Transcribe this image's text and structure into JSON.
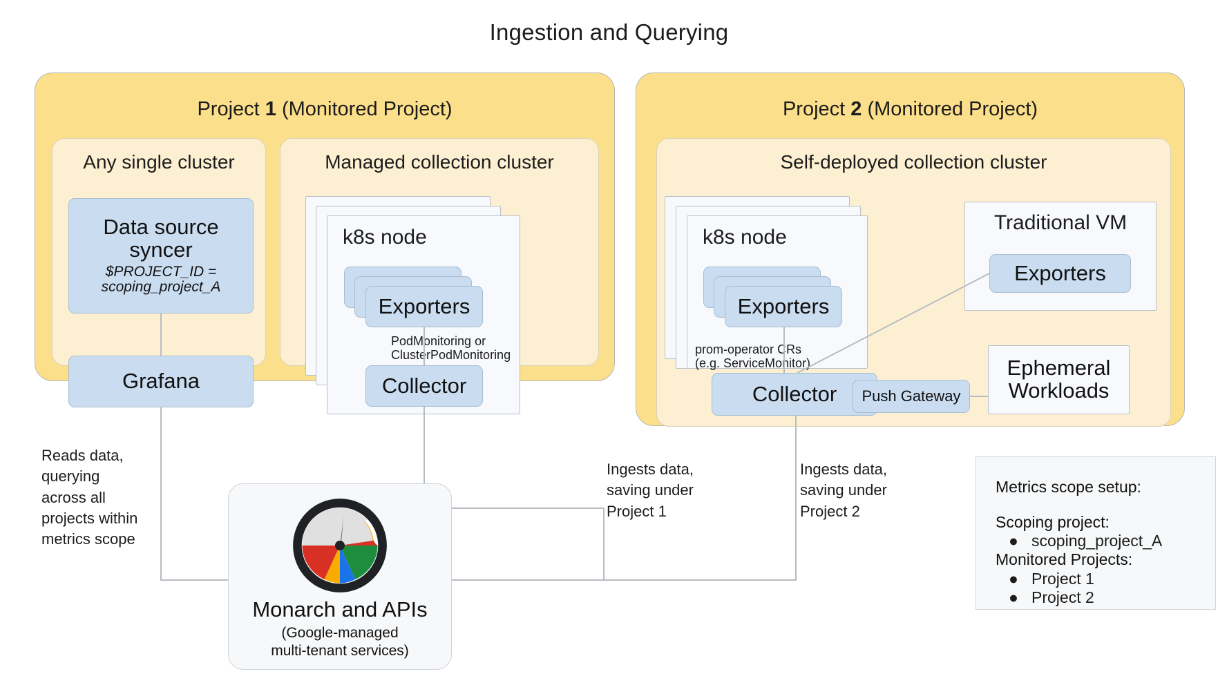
{
  "title": "Ingestion and Querying",
  "projects": [
    {
      "name": "project-1",
      "label_prefix": "Project ",
      "label_bold": "1",
      "label_suffix": " (Monitored Project)",
      "clusters": [
        {
          "name": "any-single-cluster",
          "title": "Any single cluster",
          "boxes": [
            {
              "title": "Data source",
              "title2": "syncer",
              "sub1": "$PROJECT_ID =",
              "sub2": "scoping_project_A"
            },
            {
              "title": "Grafana"
            }
          ]
        },
        {
          "name": "managed-collection-cluster",
          "title": "Managed collection cluster",
          "node_title": "k8s node",
          "exporters_label": "Exporters",
          "collector_label": "Collector",
          "edge_note_line1": "PodMonitoring or",
          "edge_note_line2": "ClusterPodMonitoring"
        }
      ]
    },
    {
      "name": "project-2",
      "label_prefix": "Project ",
      "label_bold": "2",
      "label_suffix": " (Monitored Project)",
      "clusters": [
        {
          "name": "self-deployed-collection-cluster",
          "title": "Self-deployed collection cluster",
          "node_title": "k8s node",
          "exporters_label": "Exporters",
          "collector_label": "Collector",
          "push_gateway_label": "Push Gateway",
          "edge_note_line1": "prom-operator CRs",
          "edge_note_line2": "(e.g. ServiceMonitor)",
          "vm_title": "Traditional VM",
          "vm_exporters_label": "Exporters",
          "ephemeral_line1": "Ephemeral",
          "ephemeral_line2": "Workloads"
        }
      ]
    }
  ],
  "captions": {
    "reads": "Reads data,\nquerying\nacross all\nprojects within\nmetrics scope",
    "ingest_p1": "Ingests data,\nsaving under\nProject 1",
    "ingest_p2": "Ingests data,\nsaving under\nProject 2"
  },
  "monarch": {
    "title": "Monarch and APIs",
    "subtitle": "(Google-managed\nmulti-tenant services)",
    "icon": "gauge-icon",
    "colors": {
      "red": "#D93025",
      "yellow": "#F9AB00",
      "blue": "#1A73E8",
      "green": "#1E8E3E",
      "dial": "#E0E0E0",
      "rim": "#202124"
    }
  },
  "legend": {
    "heading": "Metrics scope setup:",
    "scoping_heading": "Scoping project:",
    "scoping_items": [
      "scoping_project_A"
    ],
    "monitored_heading": "Monitored Projects:",
    "monitored_items": [
      "Project 1",
      "Project 2"
    ],
    "bullet": "●"
  },
  "colors": {
    "project_fill": "#FCDF8A",
    "cluster_fill": "#FDF0D2",
    "component_fill": "#C9DCF0",
    "card_fill": "#F7F9FC",
    "line": "#B6BCC2"
  }
}
